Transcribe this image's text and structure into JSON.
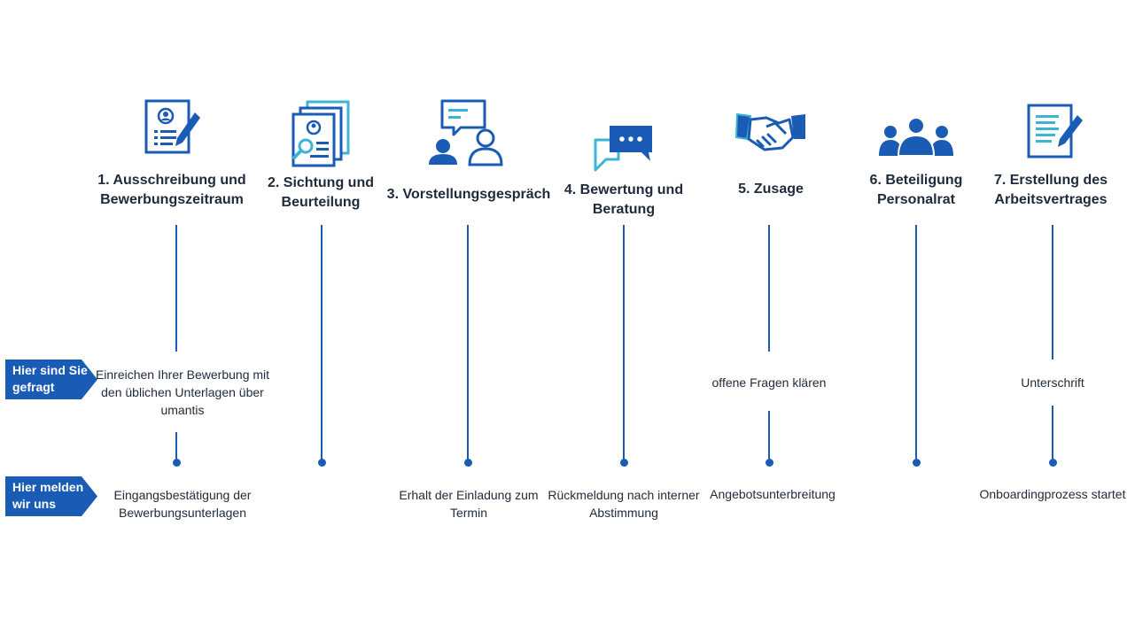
{
  "steps": [
    {
      "title": "1. Ausschreibung und Bewerbungszeitraum",
      "icon": "document-pen-icon",
      "action": "Einreichen Ihrer Bewerbung mit den üblichen Unterlagen über umantis",
      "response": "Eingangsbestätigung der Bewerbungsunterlagen"
    },
    {
      "title": "2. Sichtung und Beurteilung",
      "icon": "document-search-icon",
      "action": "",
      "response": ""
    },
    {
      "title": "3. Vorstellungsgespräch",
      "icon": "conversation-people-icon",
      "action": "",
      "response": "Erhalt der Einladung zum Termin"
    },
    {
      "title": "4. Bewertung und Beratung",
      "icon": "chat-bubbles-icon",
      "action": "",
      "response": "Rückmeldung nach interner Abstimmung"
    },
    {
      "title": "5. Zusage",
      "icon": "handshake-icon",
      "action": "offene Fragen klären",
      "response": "Angebotsunterbreitung"
    },
    {
      "title": "6. Beteiligung Personalrat",
      "icon": "group-people-icon",
      "action": "",
      "response": ""
    },
    {
      "title": "7. Erstellung des Arbeitsvertrages",
      "icon": "contract-pen-icon",
      "action": "Unterschrift",
      "response": "Onboardingprozess startet"
    }
  ],
  "row_labels": {
    "action": "Hier sind Sie gefragt",
    "response": "Hier melden wir uns"
  },
  "colors": {
    "primary": "#1a5cb5",
    "light_blue": "#3cb4d4",
    "text": "#1f2a3a"
  }
}
